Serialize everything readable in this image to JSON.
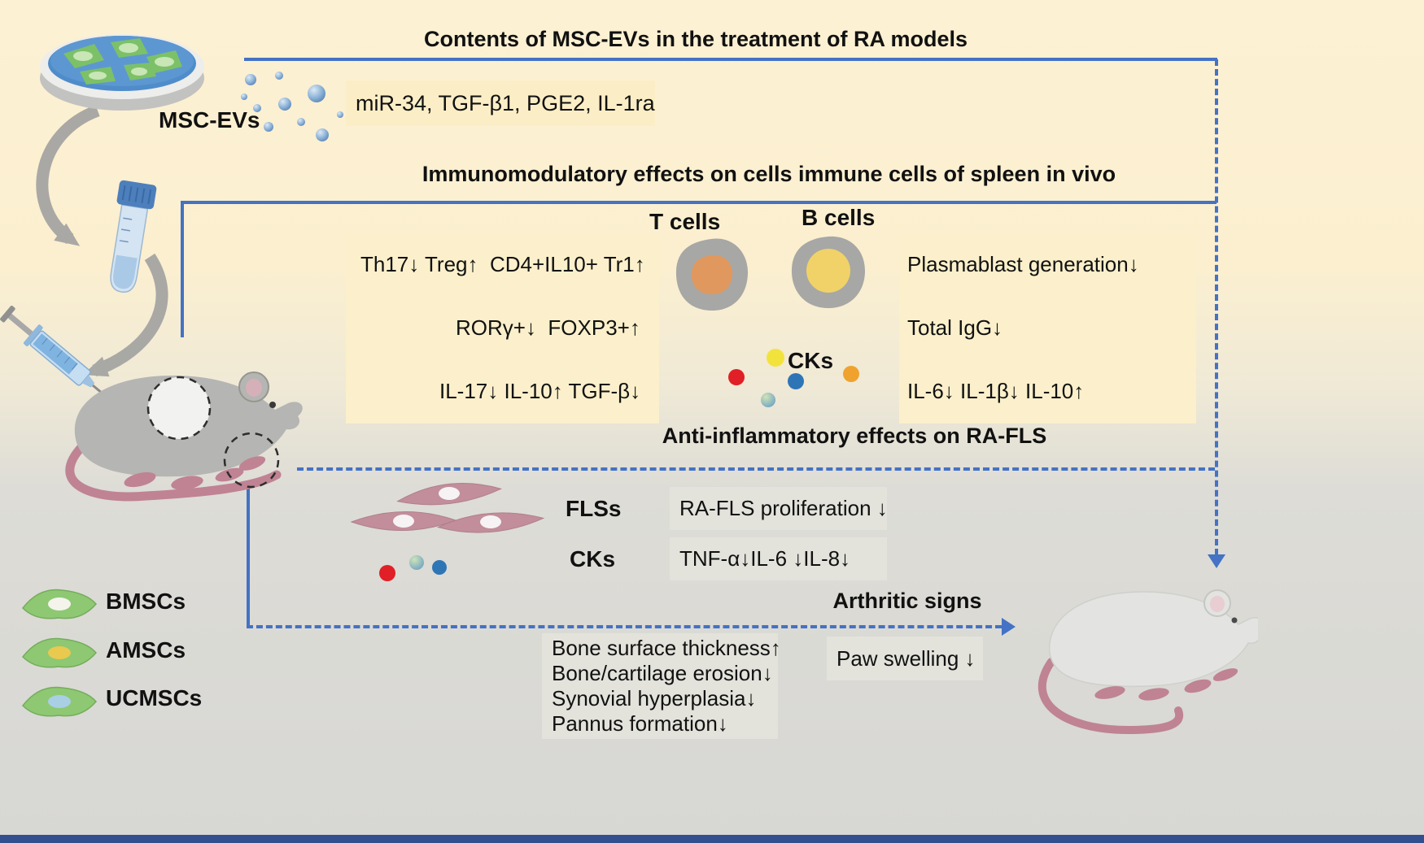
{
  "titles": {
    "contents": "Contents of MSC-EVs in the treatment of RA models",
    "immunomodulatory": "Immunomodulatory effects on cells immune cells of spleen in vivo",
    "anti_inflammatory": "Anti-inflammatory effects on RA-FLS",
    "arthritic_signs": "Arthritic signs"
  },
  "ev_section": {
    "label": "MSC-EVs",
    "contents": "miR-34, TGF-β1, PGE2, IL-1ra"
  },
  "spleen_section": {
    "t_cells_label": "T cells",
    "b_cells_label": "B cells",
    "cks_label": "CKs",
    "t_cell_effects": [
      "Th17↓ Treg↑  CD4+IL10+ Tr1↑",
      "RORγ+↓  FOXP3+↑",
      "IL-17↓ IL-10↑ TGF-β↓"
    ],
    "b_cell_effects": [
      "Plasmablast generation↓",
      "Total IgG↓",
      "IL-6↓ IL-1β↓ IL-10↑"
    ]
  },
  "fls_section": {
    "flss_label": "FLSs",
    "cks_label": "CKs",
    "proliferation": "RA-FLS proliferation ↓",
    "cytokines": "TNF-α↓IL-6 ↓IL-8↓"
  },
  "arthritic_section": {
    "histology": [
      "Bone surface thickness↑",
      "Bone/cartilage erosion↓",
      "Synovial hyperplasia↓",
      "Pannus formation↓"
    ],
    "paw_swelling": "Paw swelling ↓"
  },
  "msc_types": [
    {
      "label": "BMSCs"
    },
    {
      "label": "AMSCs"
    },
    {
      "label": "UCMSCs"
    }
  ],
  "colors": {
    "arrow_blue": "#4472c4",
    "box_yellow": "#fbeec6",
    "box_gray": "#e3e3dc",
    "cell_green": "#8ec873",
    "fls_pink": "#c28e9b",
    "t_cell_orange": "#e0985e",
    "b_cell_yellow": "#f0d268",
    "footer_blue": "#31508d"
  }
}
